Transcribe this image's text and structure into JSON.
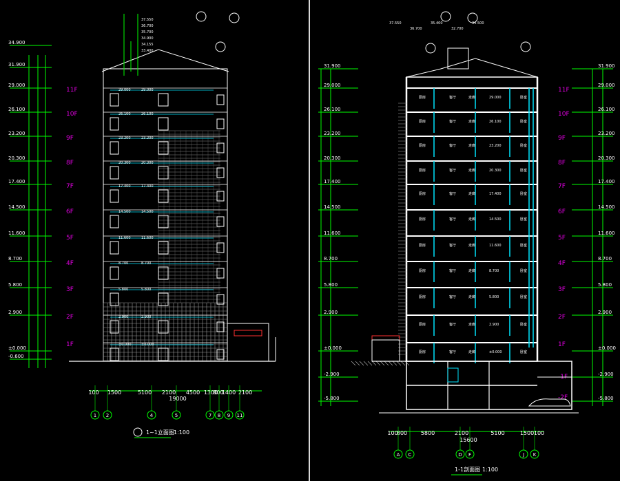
{
  "colors": {
    "background": "#000000",
    "line_green": "#00ff00",
    "line_cyan": "#00e5ff",
    "line_white": "#ffffff",
    "floor_label": "#e000e0",
    "accent_red": "#ff3030"
  },
  "left": {
    "title": "1~1立面图",
    "scale": "1:100",
    "floors": [
      "11F",
      "10F",
      "9F",
      "8F",
      "7F",
      "6F",
      "5F",
      "4F",
      "3F",
      "2F",
      "1F"
    ],
    "elevations": [
      "34.900",
      "31.900",
      "29.000",
      "26.100",
      "23.200",
      "20.300",
      "17.400",
      "14.500",
      "11.600",
      "8.700",
      "5.800",
      "2.900",
      "±0.000",
      "-0.600"
    ],
    "bottom_dims": [
      "100",
      "1500",
      "5100",
      "2100",
      "4500",
      "1300",
      "800",
      "1400",
      "2100"
    ],
    "overall_dim": "19000",
    "axes": [
      "1",
      "2",
      "4",
      "5",
      "7",
      "8",
      "9",
      "11"
    ],
    "top_labels": [
      "37.550",
      "36.700",
      "35.700",
      "34.900",
      "34.155",
      "33.400"
    ]
  },
  "right": {
    "title": "1-1剖面图",
    "scale": "1:100",
    "floors": [
      "11F",
      "10F",
      "9F",
      "8F",
      "7F",
      "6F",
      "5F",
      "4F",
      "3F",
      "2F",
      "1F",
      "-1F",
      "-2F"
    ],
    "elevations": [
      "31.900",
      "29.000",
      "26.100",
      "23.200",
      "20.300",
      "17.400",
      "14.500",
      "11.600",
      "8.700",
      "5.800",
      "2.900",
      "±0.000",
      "-2.900",
      "-5.800"
    ],
    "bottom_dims": [
      "100",
      "800",
      "5800",
      "2100",
      "5100",
      "1500",
      "100"
    ],
    "overall_dim": "15600",
    "axes": [
      "A",
      "C",
      "D",
      "F",
      "J",
      "K"
    ],
    "top_labels": [
      "37.550",
      "36.700",
      "35.400",
      "32.700",
      "34.500"
    ],
    "right_elevations": [
      "31.900",
      "29.000",
      "26.100",
      "23.200",
      "20.300",
      "17.400",
      "14.500",
      "11.600",
      "8.700",
      "5.800",
      "2.900",
      "±0.000",
      "-2.900",
      "-5.800"
    ]
  }
}
